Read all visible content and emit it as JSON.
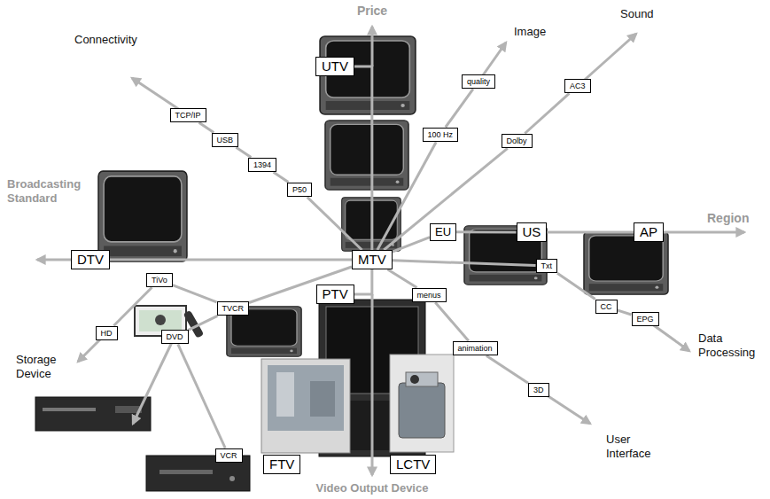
{
  "diagram": {
    "nodes": [
      {
        "text": [
          "UTV"
        ]
      },
      {
        "text": [
          "quality"
        ]
      },
      {
        "text": [
          "AC3"
        ]
      },
      {
        "text": [
          "TCP/IP"
        ]
      },
      {
        "text": [
          "100 Hz"
        ]
      },
      {
        "text": [
          "USB"
        ]
      },
      {
        "text": [
          "Dolby"
        ]
      },
      {
        "text": [
          "1394"
        ]
      },
      {
        "text": [
          "P50"
        ]
      },
      {
        "text": [
          "AP"
        ]
      },
      {
        "text": [
          "US"
        ]
      },
      {
        "text": [
          "EU"
        ]
      },
      {
        "text": [
          "DTV"
        ]
      },
      {
        "text": [
          "MTV"
        ]
      },
      {
        "text": [
          "Txt"
        ]
      },
      {
        "text": [
          "TiVo"
        ]
      },
      {
        "text": [
          "PTV"
        ]
      },
      {
        "text": [
          "menus"
        ]
      },
      {
        "text": [
          "CC"
        ]
      },
      {
        "text": [
          "TVCR"
        ]
      },
      {
        "text": [
          "EPG"
        ]
      },
      {
        "text": [
          "HD"
        ]
      },
      {
        "text": [
          "DVD"
        ]
      },
      {
        "text": [
          "animation"
        ]
      },
      {
        "text": [
          "3D"
        ]
      },
      {
        "text": [
          "VCR"
        ]
      },
      {
        "text": [
          "FTV"
        ]
      },
      {
        "text": [
          "LCTV"
        ]
      }
    ],
    "edges": [
      {
        "from": 13,
        "to": 0,
        "arrow": "none"
      },
      {
        "from": 13,
        "to": 4,
        "arrow": "none"
      },
      {
        "from": 4,
        "to": 1,
        "arrow": "none"
      },
      {
        "from": 13,
        "to": 6,
        "arrow": "none"
      },
      {
        "from": 6,
        "to": 2,
        "arrow": "none"
      },
      {
        "from": 13,
        "to": 8,
        "arrow": "none"
      },
      {
        "from": 8,
        "to": 7,
        "arrow": "none"
      },
      {
        "from": 7,
        "to": 5,
        "arrow": "none"
      },
      {
        "from": 5,
        "to": 3,
        "arrow": "none"
      },
      {
        "from": 13,
        "to": 11,
        "arrow": "none"
      },
      {
        "from": 11,
        "to": 10,
        "arrow": "none"
      },
      {
        "from": 10,
        "to": 9,
        "arrow": "none"
      },
      {
        "from": 13,
        "to": 12,
        "arrow": "none"
      },
      {
        "from": 13,
        "to": 14,
        "arrow": "none"
      },
      {
        "from": 14,
        "to": 18,
        "arrow": "none"
      },
      {
        "from": 18,
        "to": 20,
        "arrow": "none"
      },
      {
        "from": 13,
        "to": 17,
        "arrow": "none"
      },
      {
        "from": 17,
        "to": 23,
        "arrow": "none"
      },
      {
        "from": 23,
        "to": 24,
        "arrow": "none"
      },
      {
        "from": 13,
        "to": 16,
        "arrow": "none"
      },
      {
        "from": 13,
        "to": 19,
        "arrow": "none"
      },
      {
        "from": 19,
        "to": 15,
        "arrow": "none"
      },
      {
        "from": 15,
        "to": 21,
        "arrow": "none"
      },
      {
        "from": 19,
        "to": 22,
        "arrow": "none"
      },
      {
        "from": 22,
        "to": 25,
        "arrow": "none"
      }
    ],
    "labels": [
      "Price",
      "Image",
      "Connectivity",
      "Sound",
      "Broadcasting Standard",
      "Region",
      "Storage Device",
      "Data Processing",
      "User Interface",
      "Video Output Device"
    ]
  }
}
